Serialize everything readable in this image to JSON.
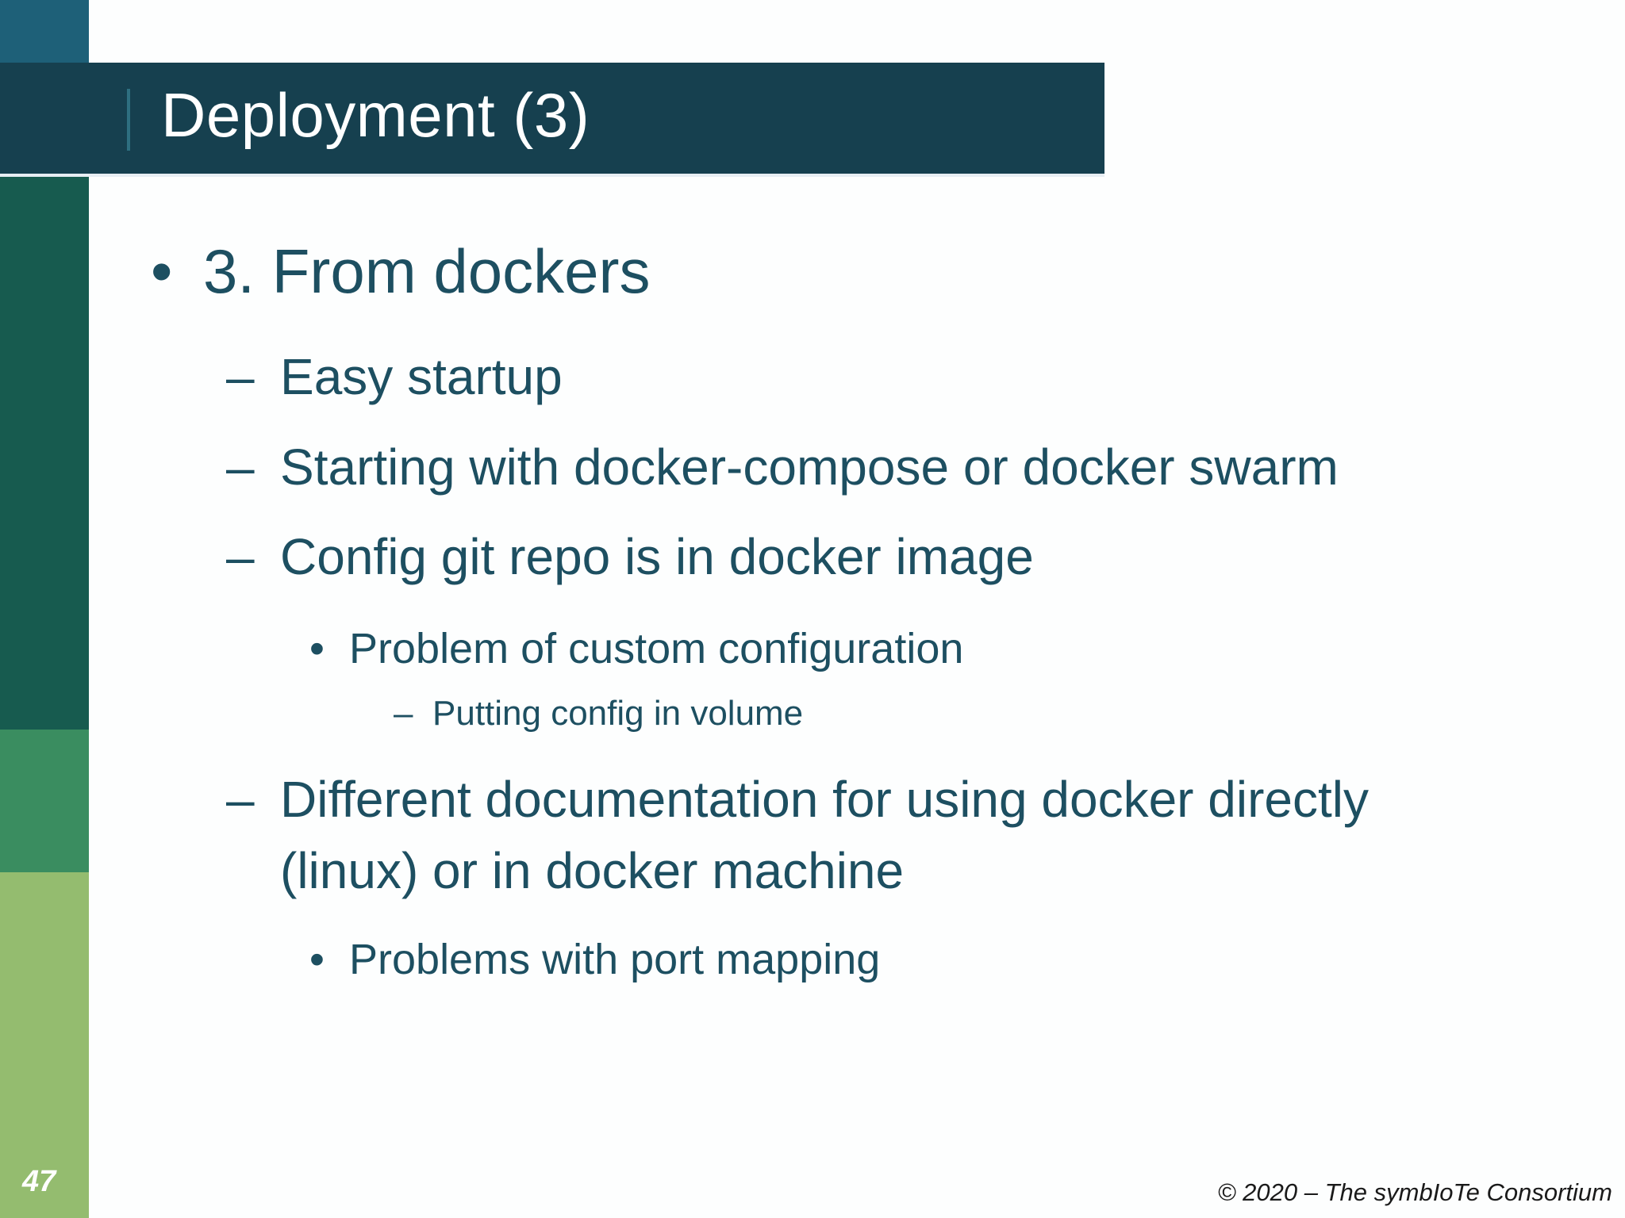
{
  "slide": {
    "title": "Deployment (3)",
    "page_number": "47",
    "footer": "© 2020 – The symbIoTe Consortium"
  },
  "content": {
    "bullets": [
      {
        "level": 1,
        "marker": "•",
        "text": "3. From dockers"
      },
      {
        "level": 2,
        "marker": "–",
        "text": "Easy startup"
      },
      {
        "level": 2,
        "marker": "–",
        "text": "Starting with docker-compose or docker swarm"
      },
      {
        "level": 2,
        "marker": "–",
        "text": "Config git repo is in docker image"
      },
      {
        "level": 3,
        "marker": "•",
        "text": "Problem of custom configuration"
      },
      {
        "level": 4,
        "marker": "–",
        "text": "Putting config in volume"
      },
      {
        "level": 2,
        "marker": "–",
        "line1": "Different documentation for using docker directly",
        "line2": "(linux) or in docker machine"
      },
      {
        "level": 3,
        "marker": "•",
        "text": "Problems with port mapping"
      }
    ]
  },
  "colors": {
    "header-bar": "#16404F",
    "stripe-teal": "#1E6078",
    "stripe-navy": "#143D50",
    "stripe-dark-green": "#175B4F",
    "stripe-green": "#3A8D60",
    "stripe-light-green": "#94BC6F",
    "accent-line": "#2E6F80",
    "body-text": "#1D4F61",
    "title-text": "#FFFFFF",
    "footer-text": "#1A1A1A"
  }
}
